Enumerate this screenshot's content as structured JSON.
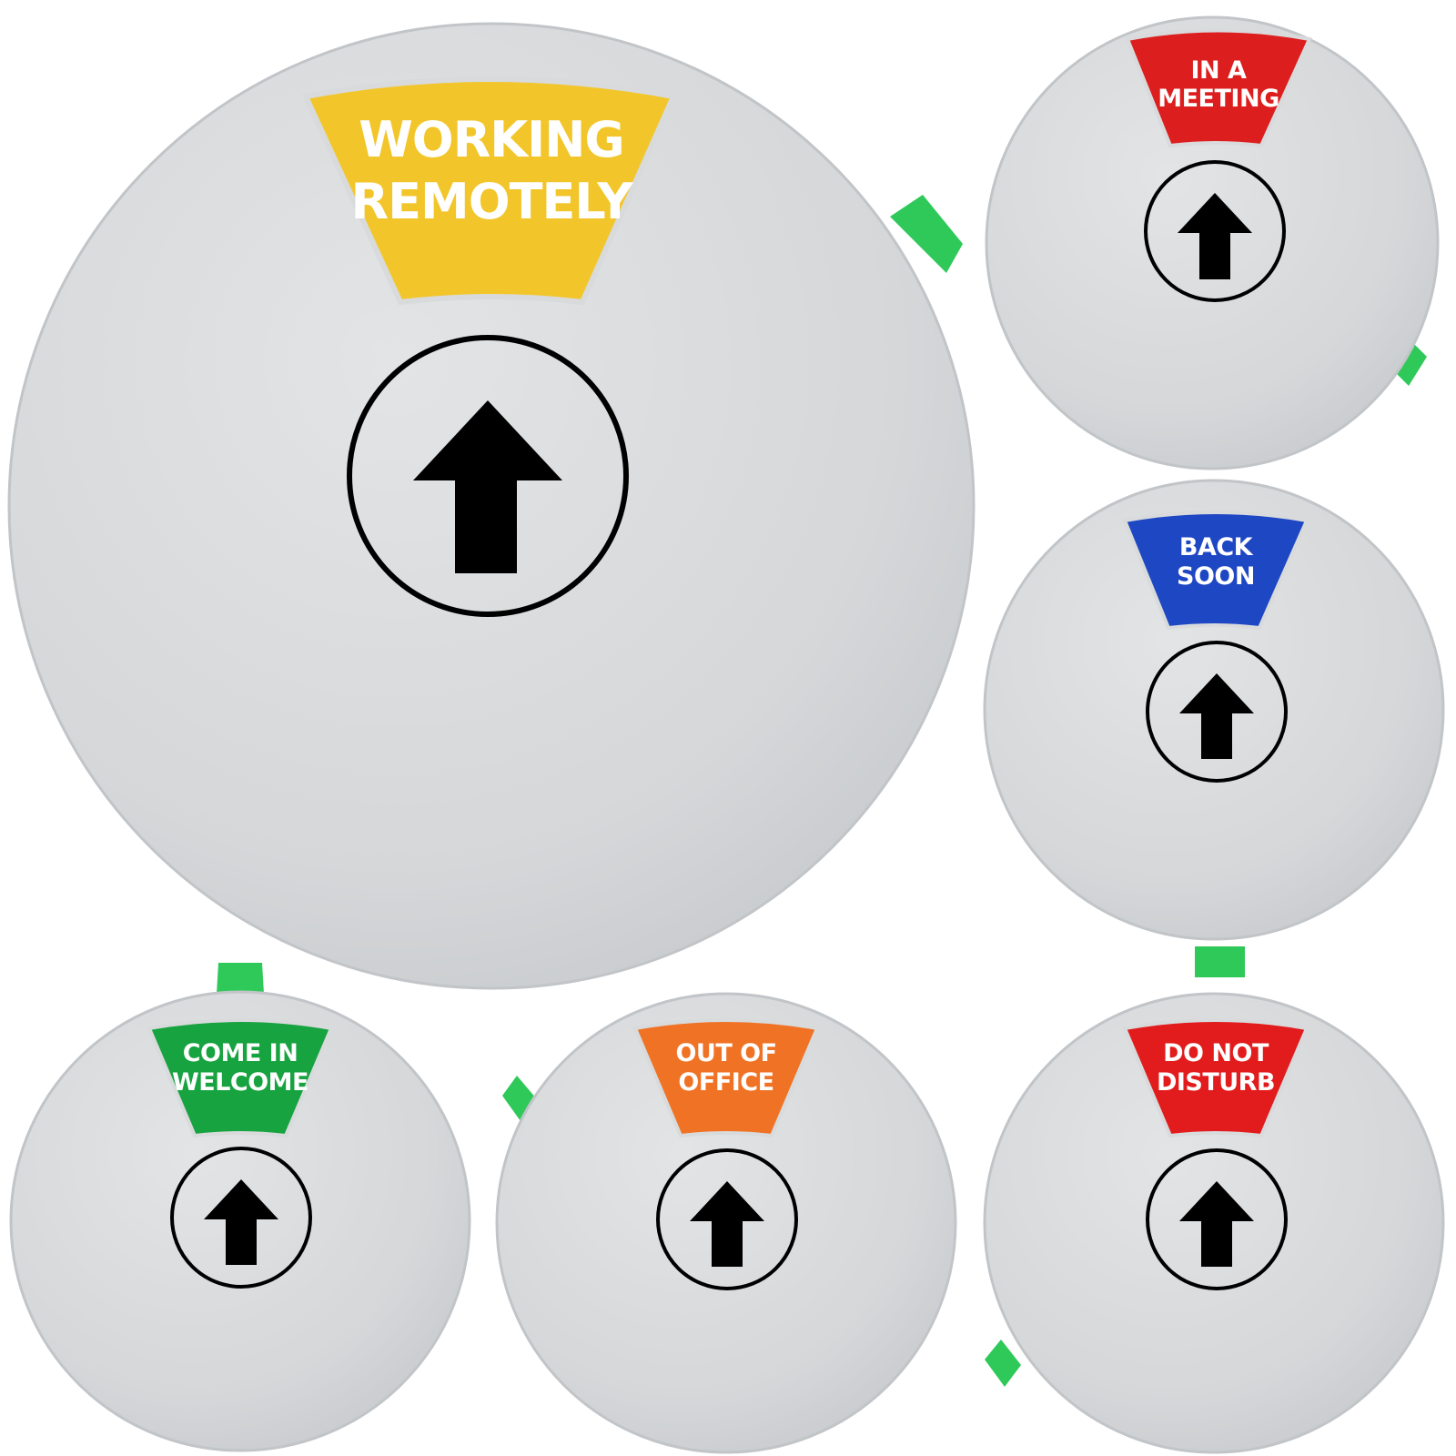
{
  "signs": [
    {
      "id": "working-remotely",
      "lines": [
        "WORKING",
        "REMOTELY"
      ],
      "window_color": "#F2C62B"
    },
    {
      "id": "in-a-meeting",
      "lines": [
        "IN A",
        "MEETING"
      ],
      "window_color": "#DD1E1E"
    },
    {
      "id": "back-soon",
      "lines": [
        "BACK",
        "SOON"
      ],
      "window_color": "#1E47C4"
    },
    {
      "id": "come-in-welcome",
      "lines": [
        "COME IN",
        "WELCOME"
      ],
      "window_color": "#17A33F"
    },
    {
      "id": "out-of-office",
      "lines": [
        "OUT OF",
        "OFFICE"
      ],
      "window_color": "#F07325"
    },
    {
      "id": "do-not-disturb",
      "lines": [
        "DO NOT",
        "DISTURB"
      ],
      "window_color": "#E21C1C"
    }
  ],
  "colors": {
    "disc": "#D6D8DA",
    "disc_edge": "#BFC2C5",
    "tab": "#2FC95A",
    "arrow": "#000000",
    "background": "#FFFFFF"
  }
}
